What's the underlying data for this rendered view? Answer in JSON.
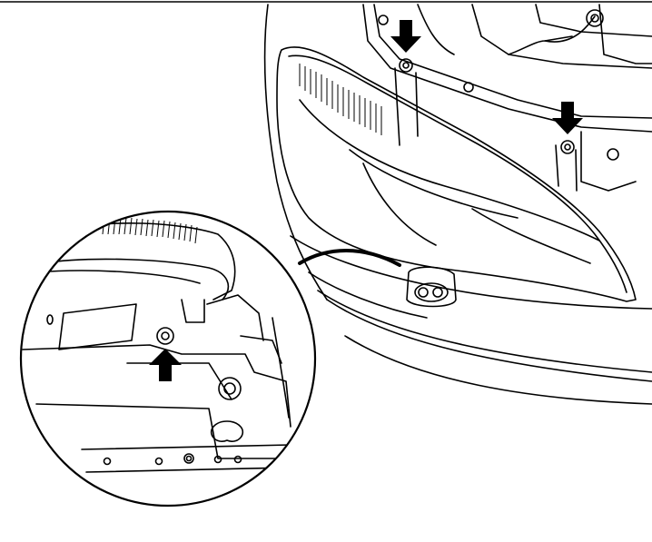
{
  "figure": {
    "colors": {
      "ink": "#000000",
      "paper": "#ffffff"
    },
    "callouts": [
      {
        "name": "upper-left-bolt",
        "icon": "arrow-down-icon"
      },
      {
        "name": "upper-right-bolt",
        "icon": "arrow-down-icon"
      },
      {
        "name": "lower-bracket-bolt",
        "icon": "arrow-up-icon"
      }
    ],
    "detail_view": {
      "icon": "magnifier-circle"
    }
  }
}
